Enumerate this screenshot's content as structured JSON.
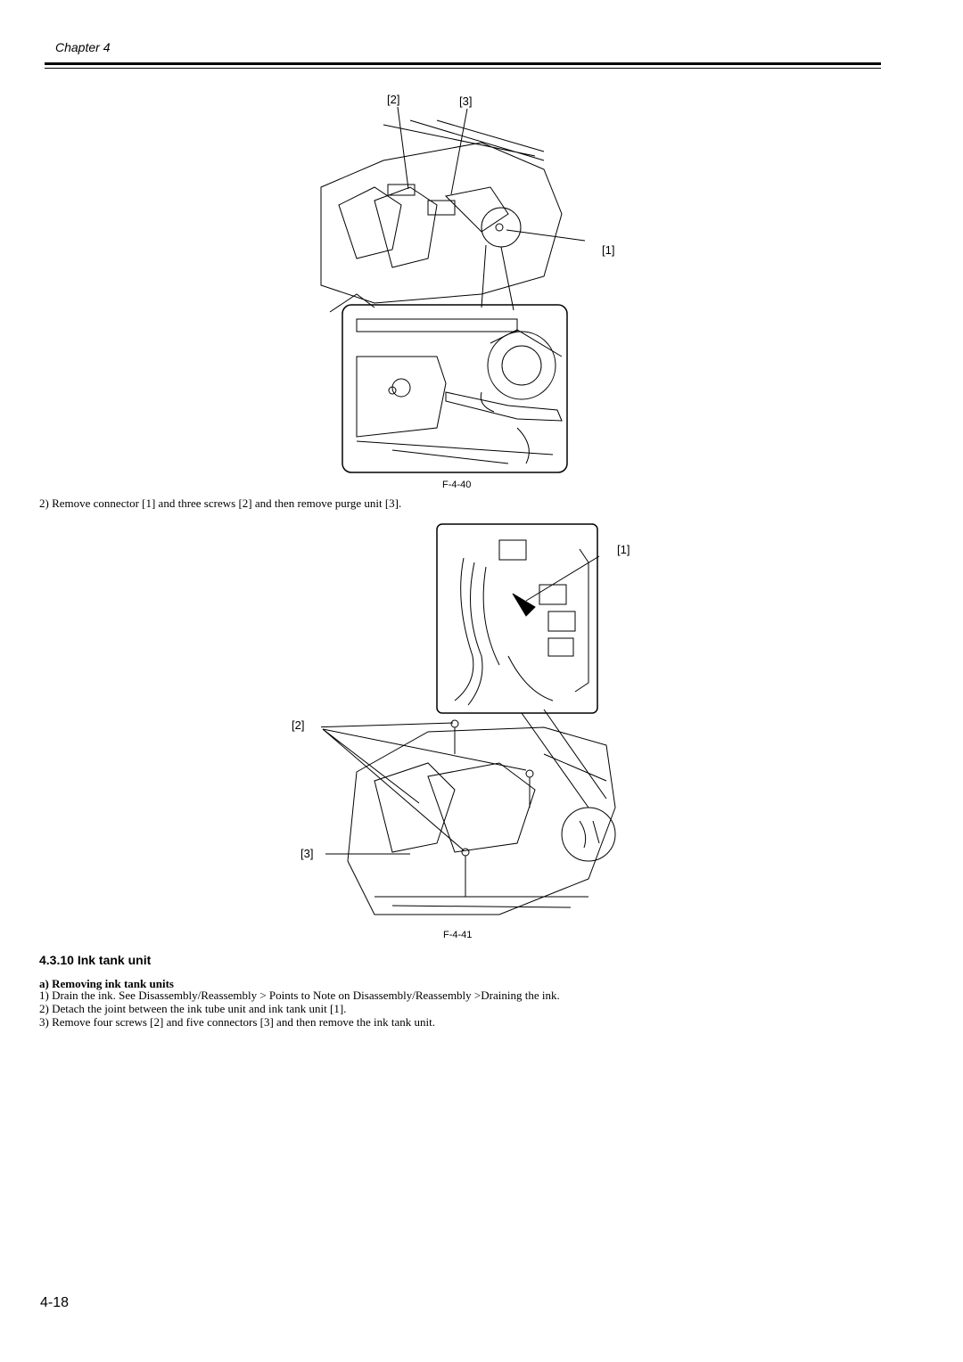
{
  "header": {
    "chapter": "Chapter 4"
  },
  "figure1": {
    "callouts": [
      "[2]",
      "[3]",
      "[1]"
    ],
    "caption": "F-4-40"
  },
  "step_purge": "2) Remove connector [1] and three screws [2] and then remove purge unit [3].",
  "figure2": {
    "callouts": [
      "[1]",
      "[2]",
      "[3]"
    ],
    "caption": "F-4-41"
  },
  "section": {
    "title": "4.3.10 Ink tank unit",
    "subheading": "a) Removing ink tank units",
    "steps": [
      "1) Drain the ink. See Disassembly/Reassembly > Points to Note on Disassembly/Reassembly >Draining the ink.",
      "2) Detach the joint between the ink tube unit and ink tank unit [1].",
      "3) Remove four screws [2] and five connectors [3] and then remove the ink tank unit."
    ]
  },
  "footer": {
    "page_number": "4-18"
  }
}
